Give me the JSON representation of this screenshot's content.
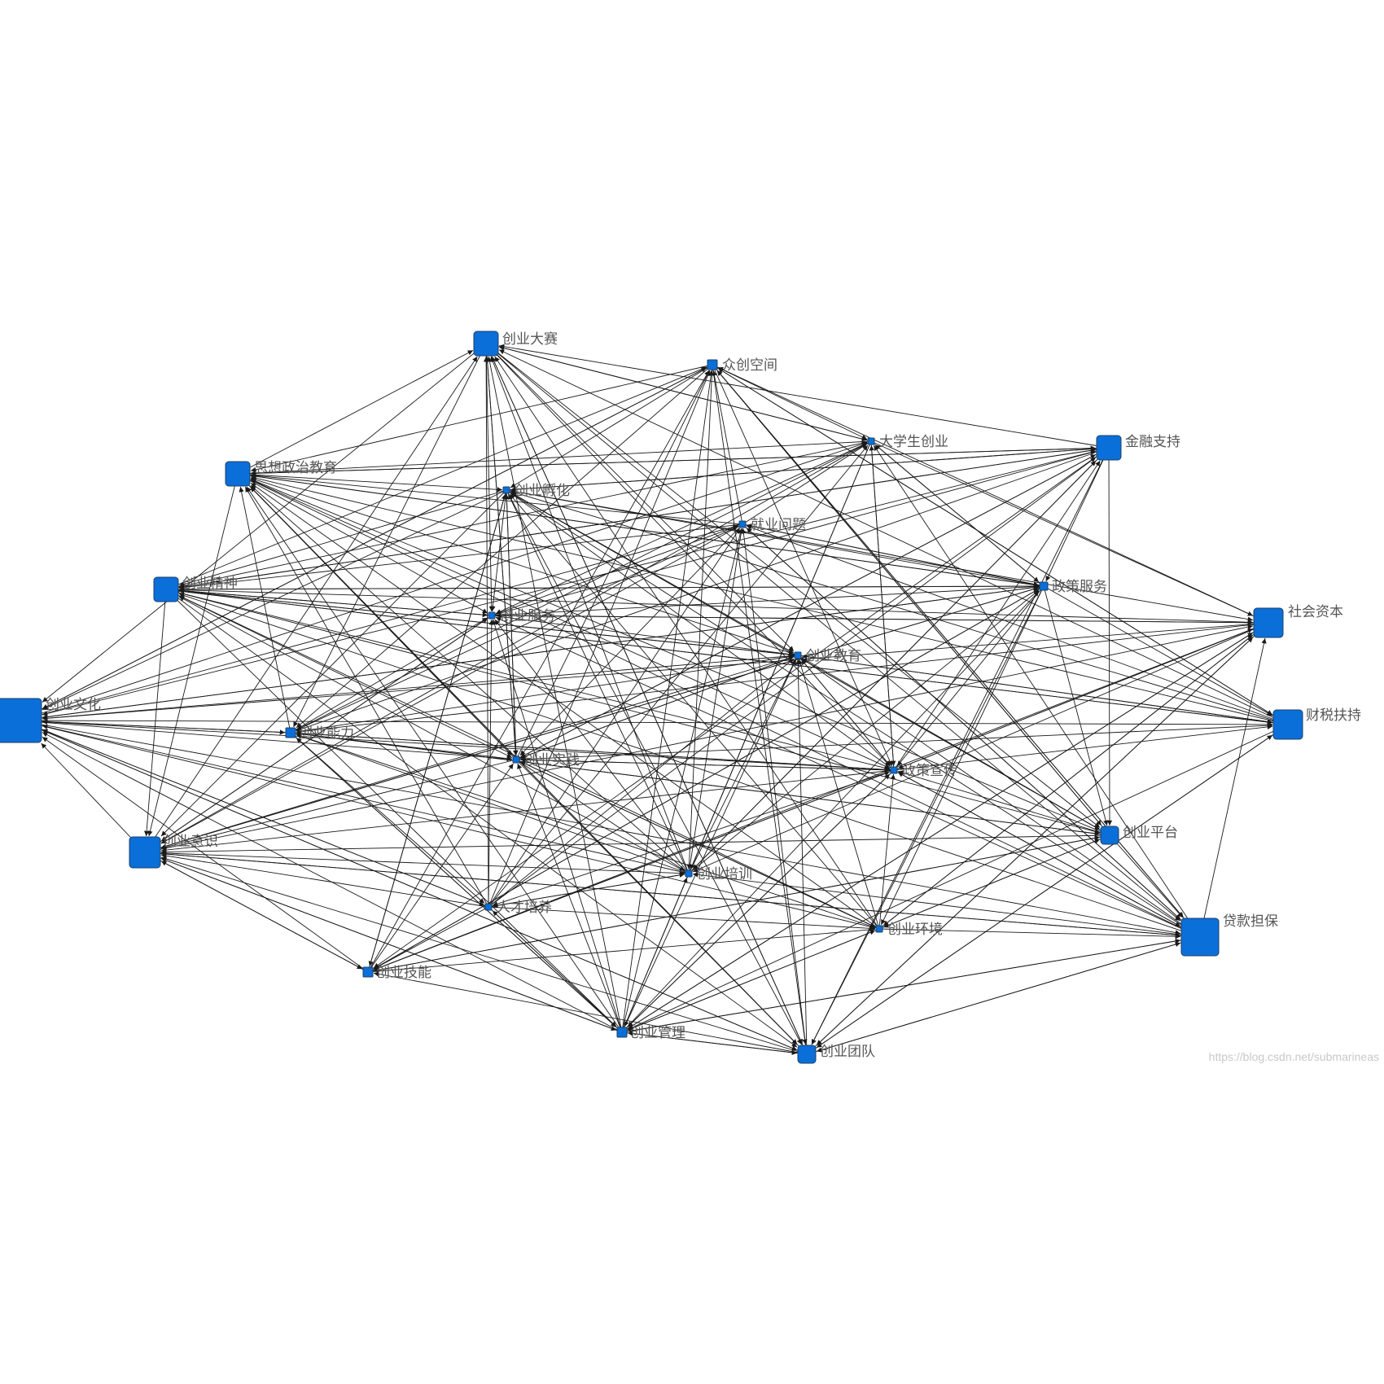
{
  "diagram": {
    "type": "directed-network",
    "node_color": "#0a6fd8",
    "edge_color": "#1a1a1a",
    "label_color": "#555555",
    "nodes": [
      {
        "id": "n_dasai",
        "label": "创业大赛"
      },
      {
        "id": "n_zhongchuang",
        "label": "众创空间"
      },
      {
        "id": "n_daxuesheng",
        "label": "大学生创业"
      },
      {
        "id": "n_jinrong",
        "label": "金融支持"
      },
      {
        "id": "n_sixiang",
        "label": "思想政治教育"
      },
      {
        "id": "n_fuhua",
        "label": "创业孵化"
      },
      {
        "id": "n_jiuye",
        "label": "就业问题"
      },
      {
        "id": "n_zhengcefuwu",
        "label": "政策服务"
      },
      {
        "id": "n_jingshen",
        "label": "创业精神"
      },
      {
        "id": "n_fuwu",
        "label": "创业服务"
      },
      {
        "id": "n_shehui",
        "label": "社会资本"
      },
      {
        "id": "n_jiaoyu",
        "label": "创业教育"
      },
      {
        "id": "n_wenhua",
        "label": "创业文化"
      },
      {
        "id": "n_caishui",
        "label": "财税扶持"
      },
      {
        "id": "n_nengli",
        "label": "创业能力"
      },
      {
        "id": "n_shijian",
        "label": "创业实践"
      },
      {
        "id": "n_xuanchuan",
        "label": "政策宣传"
      },
      {
        "id": "n_pingtai",
        "label": "创业平台"
      },
      {
        "id": "n_yishi",
        "label": "创业意识"
      },
      {
        "id": "n_peixun",
        "label": "创业培训"
      },
      {
        "id": "n_rencai",
        "label": "人才培养"
      },
      {
        "id": "n_huanjing",
        "label": "创业环境"
      },
      {
        "id": "n_danbao",
        "label": "贷款担保"
      },
      {
        "id": "n_jineng",
        "label": "创业技能"
      },
      {
        "id": "n_guanli",
        "label": "创业管理"
      },
      {
        "id": "n_tuandui",
        "label": "创业团队"
      }
    ]
  },
  "watermark": "https://blog.csdn.net/submarineas"
}
